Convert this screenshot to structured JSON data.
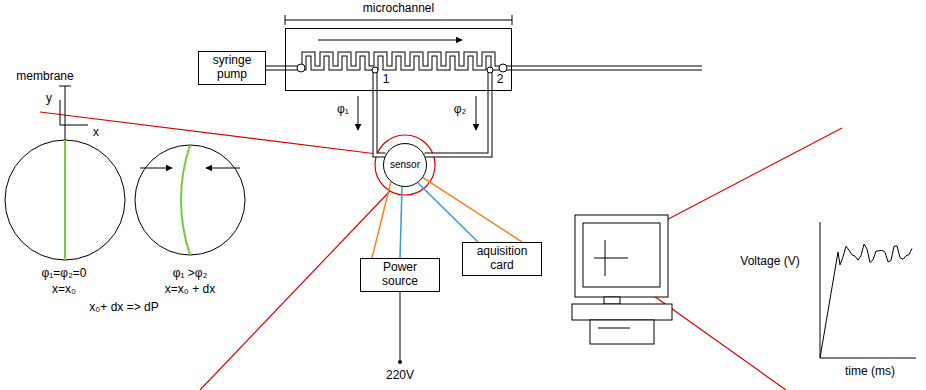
{
  "diagram": {
    "nodes": [
      {
        "text": [
          "syringe pump"
        ]
      },
      {
        "text": [
          "microchannel"
        ]
      },
      {
        "text": [
          "sensor"
        ]
      },
      {
        "text": [
          "Power source"
        ]
      },
      {
        "text": [
          "aquisition card"
        ]
      }
    ],
    "edges": [
      {
        "from": 0,
        "to": 1,
        "arrow": "none"
      },
      {
        "from": 1,
        "to": 2,
        "arrow": "none"
      },
      {
        "from": 1,
        "to": 2,
        "arrow": "none"
      },
      {
        "from": 2,
        "to": 3,
        "arrow": "none"
      },
      {
        "from": 2,
        "to": 4,
        "arrow": "none"
      }
    ],
    "labels": [
      "1",
      "2",
      "φ₁",
      "φ₂",
      "y",
      "x",
      "membrane",
      "φ₁=φ₂=0",
      "x=x₀",
      "φ₁ >φ₂",
      "x=x₀ + dx",
      "x₀+ dx => dP",
      "220V",
      "Voltage (V)",
      "time (ms)"
    ]
  }
}
